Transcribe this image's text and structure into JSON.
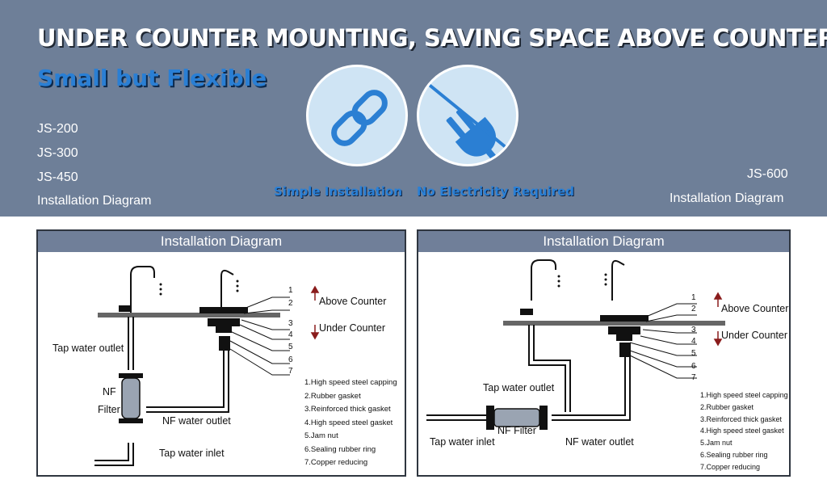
{
  "banner": {
    "headline": "UNDER COUNTER MOUNTING, SAVING SPACE ABOVE COUNTER",
    "subhead": "Small but Flexible",
    "left_models": [
      "JS-200",
      "JS-300",
      "JS-450",
      "Installation Diagram"
    ],
    "right_models": [
      "JS-600",
      "Installation Diagram"
    ],
    "features": [
      {
        "label": "Simple Installation",
        "icon": "chain-link-icon"
      },
      {
        "label": "No Electricity Required",
        "icon": "crossed-plug-icon"
      }
    ]
  },
  "panels": [
    {
      "title": "Installation Diagram",
      "above_counter": "Above Counter",
      "under_counter": "Under Counter",
      "tap_water_outlet": "Tap water outlet",
      "filter_label_1": "NF",
      "filter_label_2": "Filter",
      "nf_water_outlet": "NF water outlet",
      "tap_water_inlet": "Tap water inlet",
      "numbers": [
        "1",
        "2",
        "3",
        "4",
        "5",
        "6",
        "7"
      ],
      "parts": [
        "1.High speed steel capping",
        "2.Rubber gasket",
        "3.Reinforced thick gasket",
        "4.High speed steel gasket",
        "5.Jam nut",
        "6.Sealing rubber ring",
        "7.Copper reducing"
      ]
    },
    {
      "title": "Installation Diagram",
      "above_counter": "Above Counter",
      "under_counter": "Under Counter",
      "tap_water_outlet": "Tap water outlet",
      "filter_label": "NF Filter",
      "nf_water_outlet": "NF water outlet",
      "tap_water_inlet": "Tap water inlet",
      "numbers": [
        "1",
        "2",
        "3",
        "4",
        "5",
        "6",
        "7"
      ],
      "parts": [
        "1.High speed steel capping",
        "2.Rubber gasket",
        "3.Reinforced thick gasket",
        "4.High speed steel gasket",
        "5.Jam nut",
        "6.Sealing rubber ring",
        "7.Copper reducing"
      ]
    }
  ],
  "colors": {
    "banner": "#6e7f98",
    "headline": "#ffffff",
    "subhead": "#2a7fd4",
    "feature_label": "#2a80d6",
    "icon_blue": "#2b7fd3"
  }
}
